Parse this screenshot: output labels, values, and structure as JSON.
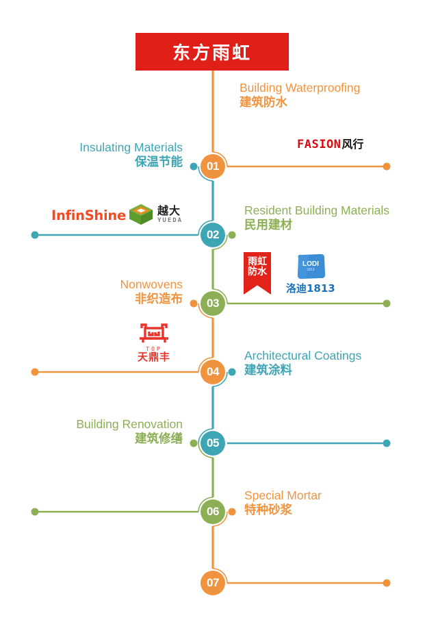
{
  "header": {
    "brand_cn": "东方雨虹",
    "banner_color": "#E01F18"
  },
  "palette": {
    "orange": "#F0933F",
    "teal": "#3EA5B5",
    "green": "#8CAF55",
    "red": "#E01F18",
    "white": "#FFFFFF"
  },
  "diagram": {
    "type": "timeline-tree",
    "node_count": 7,
    "nodes": [
      {
        "number": "01",
        "color": "#F0933F",
        "ring_color": "#F0933F",
        "side": "left",
        "label_en": "Insulating Materials",
        "label_cn": "保温节能",
        "label_color": "#3EA5B5",
        "branch_side": "left",
        "branch_color": "#3EA5B5",
        "branch_length": "short",
        "opposite_dot_color": "#F0933F",
        "opposite_line": "right"
      },
      {
        "number": "02",
        "color": "#3EA5B5",
        "ring_color": "#3EA5B5",
        "side": "right",
        "label_en": "Resident Building Materials",
        "label_cn": "民用建材",
        "label_color": "#8CAF55",
        "branch_side": "left",
        "branch_color": "#3EA5B5",
        "branch_length": "long",
        "opposite_dot_color": "#8CAF55",
        "opposite_line": "none"
      },
      {
        "number": "03",
        "color": "#8CAF55",
        "ring_color": "#8CAF55",
        "side": "left",
        "label_en": "Nonwovens",
        "label_cn": "非织造布",
        "label_color": "#F0933F",
        "branch_side": "right",
        "branch_color": "#8CAF55",
        "branch_length": "long",
        "opposite_dot_color": "#F0933F",
        "opposite_line": "none"
      },
      {
        "number": "04",
        "color": "#F0933F",
        "ring_color": "#F0933F",
        "side": "right",
        "label_en": "Architectural Coatings",
        "label_cn": "建筑涂料",
        "label_color": "#3EA5B5",
        "branch_side": "left",
        "branch_color": "#F0933F",
        "branch_length": "long",
        "opposite_dot_color": "#3EA5B5",
        "opposite_line": "none"
      },
      {
        "number": "05",
        "color": "#3EA5B5",
        "ring_color": "#3EA5B5",
        "side": "left",
        "label_en": "Building Renovation",
        "label_cn": "建筑修缮",
        "label_color": "#8CAF55",
        "branch_side": "right",
        "branch_color": "#3EA5B5",
        "branch_length": "long",
        "opposite_dot_color": "#8CAF55",
        "opposite_line": "none"
      },
      {
        "number": "06",
        "color": "#8CAF55",
        "ring_color": "#8CAF55",
        "side": "right",
        "label_en": "Special Mortar",
        "label_cn": "特种砂浆",
        "label_color": "#F0933F",
        "branch_side": "left",
        "branch_color": "#8CAF55",
        "branch_length": "long",
        "opposite_dot_color": "#F0933F",
        "opposite_line": "none"
      },
      {
        "number": "07",
        "color": "#F0933F",
        "ring_color": "#F0933F",
        "side": "none",
        "label_en": "",
        "label_cn": "",
        "label_color": "#F0933F",
        "branch_side": "right",
        "branch_color": "#F0933F",
        "branch_length": "long",
        "opposite_dot_color": "",
        "opposite_line": "none"
      }
    ],
    "top_segment": {
      "label_en": "Building Waterproofing",
      "label_cn": "建筑防水",
      "label_color": "#F0933F"
    }
  },
  "logos": [
    {
      "id": "fasion",
      "name_en": "FASION",
      "name_cn": "风行",
      "color_en": "#D60B12",
      "color_cn": "#15100F",
      "belongs_to": "01"
    },
    {
      "id": "infinshine",
      "name_en": "InfinShine",
      "color_en": "#F04B23",
      "belongs_to": "02"
    },
    {
      "id": "yueda",
      "name_cn": "越大",
      "name_en": "YUEDA",
      "color_cn": "#231F20",
      "color_en": "#7B7B7B",
      "belongs_to": "02"
    },
    {
      "id": "yuhong",
      "line1": "雨虹",
      "line2": "防水",
      "bg": "#E2231A",
      "color": "#FFFFFF",
      "belongs_to": "03"
    },
    {
      "id": "lodi",
      "mark_text": "LODI",
      "mark_sub": "1813",
      "name_cn": "洛迪1813",
      "color": "#1B72BA",
      "belongs_to": "03"
    },
    {
      "id": "tiandingfeng",
      "name_en": "TOP",
      "name_cn": "天鼎丰",
      "color": "#E8342A",
      "belongs_to": "04"
    }
  ]
}
